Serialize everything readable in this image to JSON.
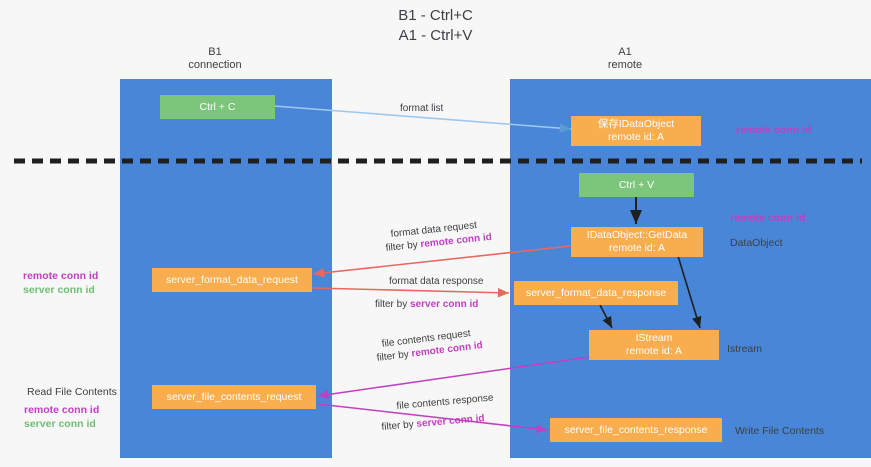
{
  "title": "B1 - Ctrl+C\nA1 - Ctrl+V",
  "columns": [
    {
      "name": "B1",
      "label": "B1\nconnection"
    },
    {
      "name": "A1",
      "label": "A1\nremote"
    }
  ],
  "nodes": {
    "ctrl_c": {
      "label": "Ctrl + C"
    },
    "idataobject": {
      "line1": "保存IDataObject",
      "line2": "remote id: A"
    },
    "ctrl_v": {
      "label": "Ctrl + V"
    },
    "getdata": {
      "line1": "IDataObject::GetData",
      "line2": "remote id: A"
    },
    "server_format_data_request": {
      "label": "server_format_data_request"
    },
    "server_format_data_response": {
      "label": "server_format_data_response"
    },
    "istream": {
      "line1": "IStream",
      "line2": "remote id: A"
    },
    "server_file_contents_request": {
      "label": "server_file_contents_request"
    },
    "server_file_contents_response": {
      "label": "server_file_contents_response"
    }
  },
  "edges": {
    "format_list": {
      "label": "format list"
    },
    "format_data_request": {
      "label": "format data request",
      "filter_prefix": "filter by ",
      "filter_key": "remote conn id"
    },
    "format_data_response": {
      "label": "format data response",
      "filter_prefix": "filter by ",
      "filter_key": "server conn id"
    },
    "file_contents_request": {
      "label": "file contents request",
      "filter_prefix": "filter by ",
      "filter_key": "remote conn id"
    },
    "file_contents_response": {
      "label": "file contents response",
      "filter_prefix": "filter by ",
      "filter_key": "server conn id"
    }
  },
  "annotations": {
    "right_remote_conn_id_top": "remote conn id",
    "right_remote_conn_id_mid": "remote conn id",
    "right_dataobject": "DataObject",
    "right_istream": "Istream",
    "right_write_file_contents": "Write File Contents",
    "left_read_file_contents": "Read File Contents",
    "left_remote_conn_id_1": "remote conn id",
    "left_server_conn_id_1": "server conn id",
    "left_remote_conn_id_2": "remote conn id",
    "left_server_conn_id_2": "server conn id"
  },
  "colors": {
    "lane": "#4a86d8",
    "node_green": "#7cc67c",
    "node_orange": "#f8ad4e",
    "accent_purple": "#c13fc1",
    "accent_green": "#6fbf73",
    "arrow_red": "#e8685f",
    "arrow_blue": "#9ec9ef",
    "arrow_magenta": "#c13fc1",
    "arrow_black": "#1f1f1f",
    "divider": "#1f1f1f",
    "background": "#f7f7f7"
  }
}
